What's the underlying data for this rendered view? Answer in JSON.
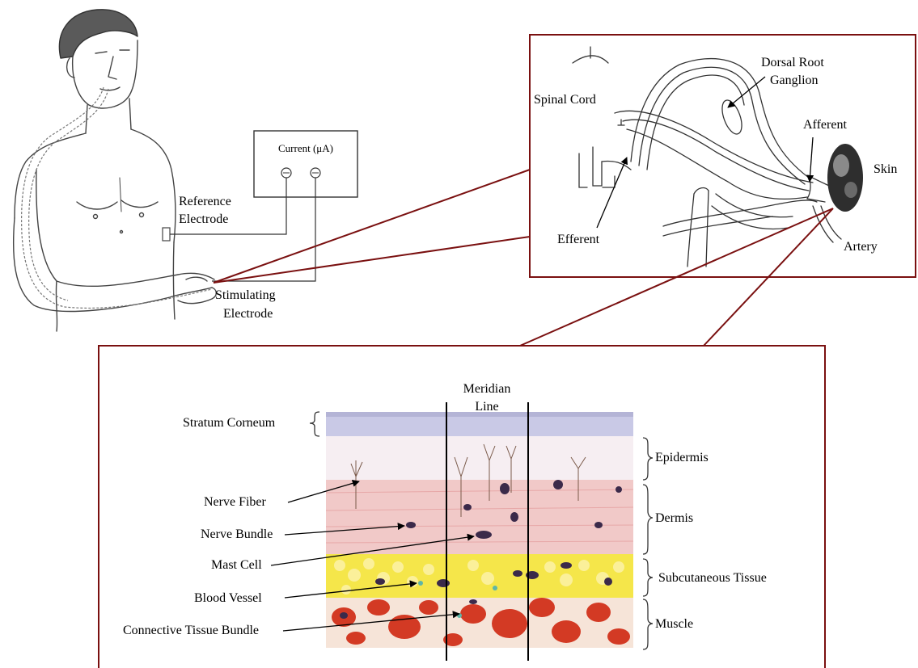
{
  "meter": {
    "title": "Current (μA)"
  },
  "electrodes": {
    "reference": [
      "Reference",
      "Electrode"
    ],
    "stimulating": [
      "Stimulating",
      "Electrode"
    ]
  },
  "neural": {
    "spinal_cord": "Spinal Cord",
    "dorsal_root_ganglion": [
      "Dorsal Root",
      "Ganglion"
    ],
    "afferent": "Afferent",
    "efferent": "Efferent",
    "skin": "Skin",
    "artery": "Artery"
  },
  "tissue": {
    "meridian_line": [
      "Meridian",
      "Line"
    ],
    "left_labels": {
      "stratum_corneum": "Stratum Corneum",
      "nerve_fiber": "Nerve Fiber",
      "nerve_bundle": "Nerve Bundle",
      "mast_cell": "Mast Cell",
      "blood_vessel": "Blood Vessel",
      "connective_tissue_bundle": "Connective Tissue Bundle"
    },
    "layers": {
      "epidermis": "Epidermis",
      "dermis": "Dermis",
      "subcutaneous": "Subcutaneous Tissue",
      "muscle": "Muscle"
    }
  },
  "colors": {
    "frame": "#7a1010",
    "stratum": "#c9c9e6",
    "epidermis": "#f6eef2",
    "dermis": "#f1c9c8",
    "subcutaneous": "#f5e64a",
    "muscle_bg": "#f6e4d8",
    "muscle_cell": "#d33a24",
    "cell": "#3b2a4a"
  }
}
